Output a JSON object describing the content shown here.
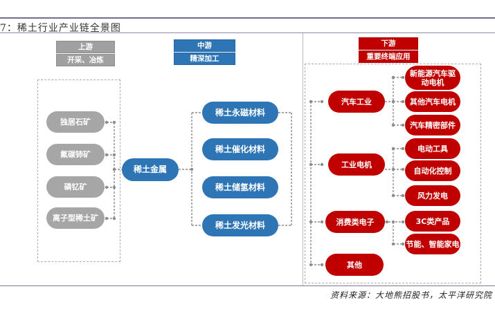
{
  "title": "7：稀土行业产业链全景图",
  "upstream": {
    "header": "上游",
    "subheader": "开采、冶炼",
    "minerals": [
      "独居石矿",
      "氟碳铈矿",
      "磷钇矿",
      "离子型稀土矿"
    ]
  },
  "midstream": {
    "header": "中游",
    "subheader": "精深加工",
    "hub": "稀土金属",
    "materials": [
      "稀土永磁材料",
      "稀土催化材料",
      "稀土储氢材料",
      "稀土发光材料"
    ]
  },
  "downstream": {
    "header": "下游",
    "subheader": "重要终端应用",
    "sectors": [
      {
        "label": "汽车工业",
        "apps": [
          "新能源汽车驱动电机",
          "其他汽车电机",
          "汽车精密部件"
        ]
      },
      {
        "label": "工业电机",
        "apps": [
          "电动工具",
          "自动化控制",
          "风力发电"
        ]
      },
      {
        "label": "消费类电子",
        "apps": [
          "3C类产品",
          "节能、智能家电"
        ]
      },
      {
        "label": "其他",
        "apps": []
      }
    ]
  },
  "source": "资料来源：大地熊招股书，太平洋研究院",
  "colors": {
    "upstream": "#a6a6a6",
    "midstream": "#2e75b6",
    "downstream": "#c00000",
    "rule": "#6f6f90"
  }
}
